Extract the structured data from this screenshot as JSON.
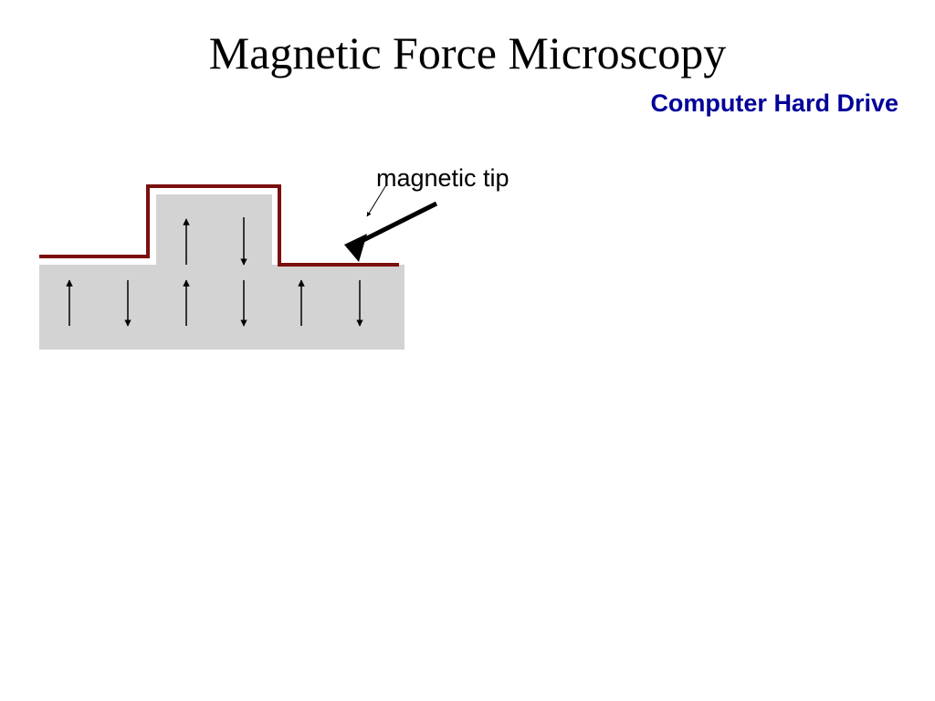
{
  "slide": {
    "title": "Magnetic Force Microscopy",
    "subtitle": "Computer Hard Drive"
  },
  "diagram": {
    "tip_label": "magnetic tip",
    "bit_colour": "#d3d3d3",
    "scan_line_colour": "#7b0f0f",
    "arrow_colour": "#000000",
    "substrate_domains": [
      "up",
      "down",
      "up",
      "down",
      "up",
      "down"
    ],
    "bump_domains": [
      "up",
      "down"
    ]
  },
  "colors": {
    "title": "#000000",
    "subtitle": "#000099"
  }
}
